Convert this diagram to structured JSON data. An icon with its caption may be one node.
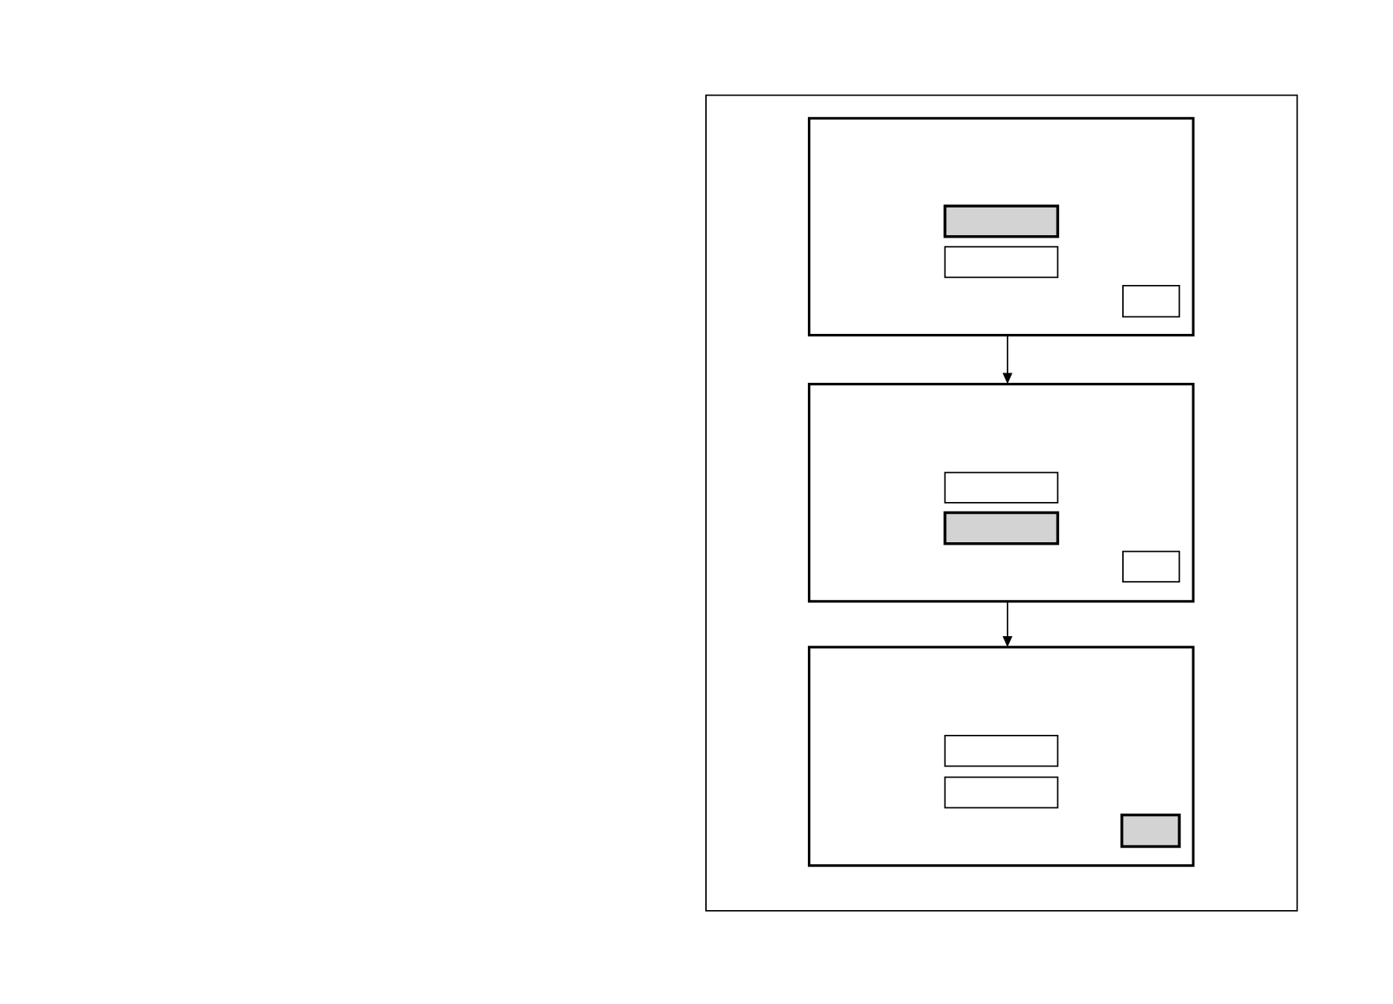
{
  "diagram": {
    "nodes": [
      {
        "text": [],
        "shape": "box"
      },
      {
        "text": [],
        "shape": "box",
        "in": 0
      },
      {
        "text": [],
        "shape": "box",
        "in": 0
      },
      {
        "text": [],
        "shape": "box",
        "in": 0
      },
      {
        "text": [],
        "shape": "box"
      },
      {
        "text": [],
        "shape": "box",
        "in": 4
      },
      {
        "text": [],
        "shape": "box",
        "in": 4
      },
      {
        "text": [],
        "shape": "box",
        "in": 4
      },
      {
        "text": [],
        "shape": "box"
      },
      {
        "text": [],
        "shape": "box",
        "in": 8
      },
      {
        "text": [],
        "shape": "box",
        "in": 8
      },
      {
        "text": [],
        "shape": "box",
        "in": 8
      }
    ],
    "edges": [
      {
        "from": 0,
        "to": 4,
        "arrow": "to"
      },
      {
        "from": 4,
        "to": 8,
        "arrow": "to"
      }
    ]
  }
}
